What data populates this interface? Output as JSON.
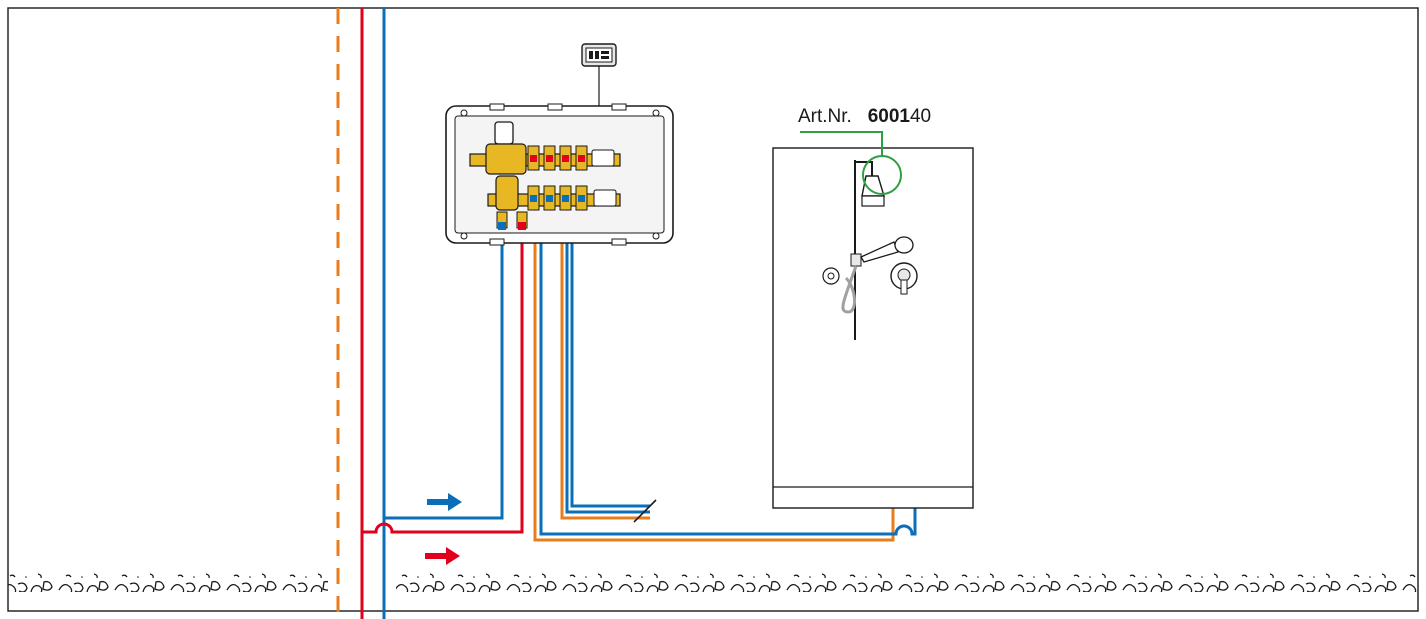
{
  "product_label": {
    "prefix": "Art.Nr.",
    "number_bold": "6001",
    "number_rest": "40"
  },
  "colors": {
    "hot_water": "#e3001b",
    "cold_water": "#0a6fb8",
    "circulation": "#e87d1e",
    "highlight": "#2ea043",
    "brass": "#e8b824",
    "outline": "#1a1a1a"
  },
  "icons": [
    "control-panel-icon",
    "flow-arrow-icon",
    "shower-head-icon",
    "hand-shower-icon",
    "mixer-valve-icon"
  ]
}
